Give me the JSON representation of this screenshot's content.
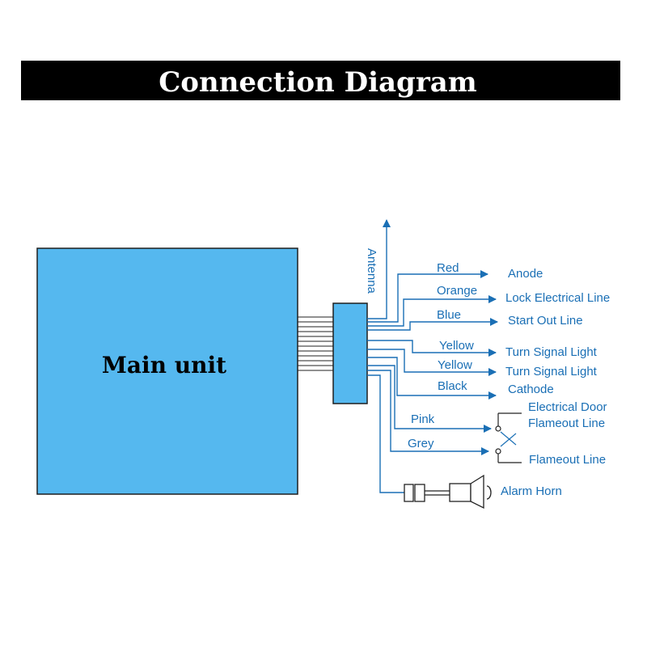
{
  "title": "Connection Diagram",
  "main_unit_label": "Main unit",
  "antenna_label": "Antenna",
  "wires": [
    {
      "color": "Red",
      "target": "Anode"
    },
    {
      "color": "Orange",
      "target": "Lock Electrical Line"
    },
    {
      "color": "Blue",
      "target": "Start Out Line"
    },
    {
      "color": "Yellow",
      "target": "Turn Signal Light"
    },
    {
      "color": "Yellow",
      "target": "Turn Signal Light"
    },
    {
      "color": "Black",
      "target": "Cathode"
    },
    {
      "color": "Pink",
      "target": "Electrical Door Flameout Line"
    },
    {
      "color": "Grey",
      "target": "Flameout Line"
    }
  ],
  "door_line_1": "Electrical Door",
  "door_line_2": "Flameout Line",
  "horn_label": "Alarm Horn",
  "colors": {
    "title_bar": "#000000",
    "main_unit_fill": "#55b8ef",
    "wire": "#1a6fb5"
  }
}
